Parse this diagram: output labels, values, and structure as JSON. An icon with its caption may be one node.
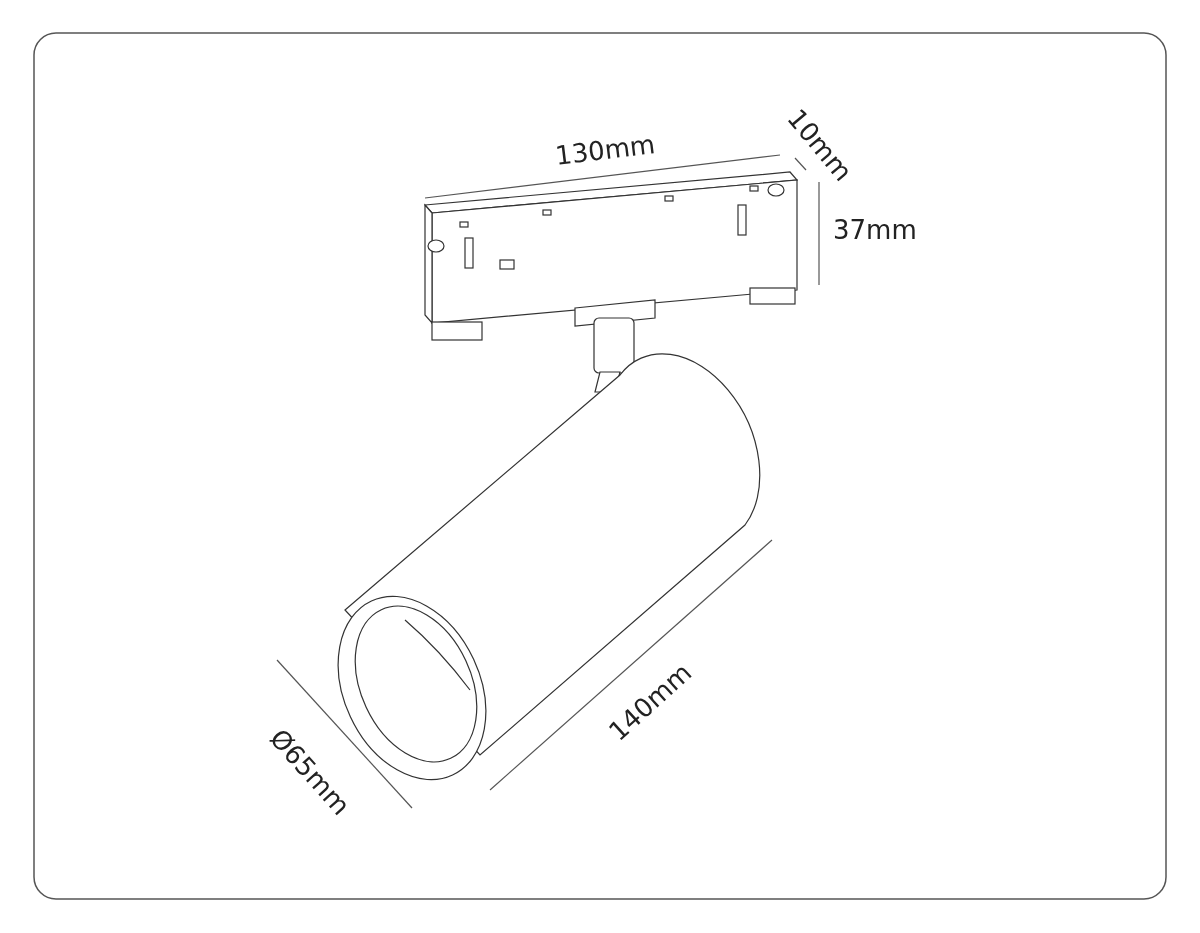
{
  "diagram": {
    "labels": [
      "130mm",
      "10mm",
      "37mm",
      "140mm",
      "Ø65mm"
    ]
  }
}
